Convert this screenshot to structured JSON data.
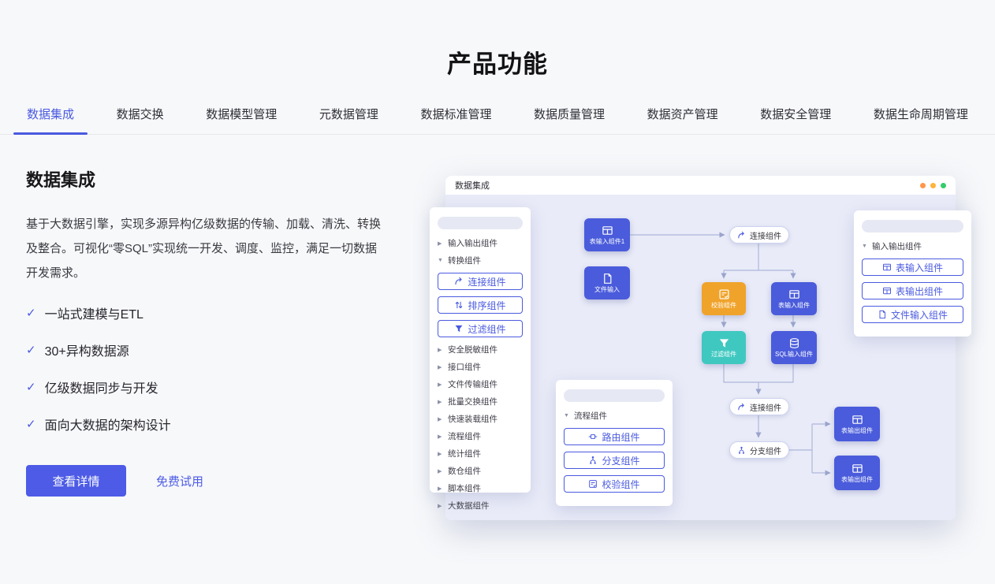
{
  "page": {
    "title": "产品功能"
  },
  "tabs": [
    {
      "label": "数据集成",
      "active": true
    },
    {
      "label": "数据交换",
      "active": false
    },
    {
      "label": "数据模型管理",
      "active": false
    },
    {
      "label": "元数据管理",
      "active": false
    },
    {
      "label": "数据标准管理",
      "active": false
    },
    {
      "label": "数据质量管理",
      "active": false
    },
    {
      "label": "数据资产管理",
      "active": false
    },
    {
      "label": "数据安全管理",
      "active": false
    },
    {
      "label": "数据生命周期管理",
      "active": false
    }
  ],
  "content": {
    "heading": "数据集成",
    "description": "基于大数据引擎，实现多源异构亿级数据的传输、加载、清洗、转换及整合。可视化“零SQL”实现统一开发、调度、监控，满足一切数据开发需求。",
    "features": [
      "一站式建模与ETL",
      "30+异构数据源",
      "亿级数据同步与开发",
      "面向大数据的架构设计"
    ],
    "primary_button": "查看详情",
    "secondary_link": "免费试用"
  },
  "mockup": {
    "window_title": "数据集成",
    "left_panel": {
      "group_collapsed_top": "输入输出组件",
      "group_expanded": "转换组件",
      "buttons": [
        "连接组件",
        "排序组件",
        "过滤组件"
      ],
      "groups": [
        "安全脱敏组件",
        "接口组件",
        "文件传输组件",
        "批量交换组件",
        "快速装载组件",
        "流程组件",
        "统计组件",
        "数仓组件",
        "脚本组件",
        "大数据组件"
      ]
    },
    "process_panel": {
      "group": "流程组件",
      "buttons": [
        "路由组件",
        "分支组件",
        "校验组件"
      ]
    },
    "io_panel": {
      "group": "输入输出组件",
      "buttons": [
        "表输入组件",
        "表输出组件",
        "文件输入组件"
      ]
    },
    "nodes": {
      "table_input_1": "表输入组件1",
      "connect_1": "连接组件",
      "file_input": "文件输入",
      "validate": "校验组件",
      "table_input": "表输入组件",
      "filter": "过滤组件",
      "sql_input": "SQL输入组件",
      "connect_2": "连接组件",
      "branch": "分支组件",
      "table_output_1": "表输出组件",
      "table_output_2": "表输出组件"
    }
  },
  "colors": {
    "accent": "#4a5ae0",
    "primary_button": "#4d5be6",
    "node_blue": "#4a5cdb",
    "node_orange": "#f0a32a",
    "node_teal": "#3fc8c0",
    "canvas_background": "#e9ebf8",
    "window_dots": [
      "#ff974a",
      "#ffb43a",
      "#35cc6b"
    ]
  }
}
